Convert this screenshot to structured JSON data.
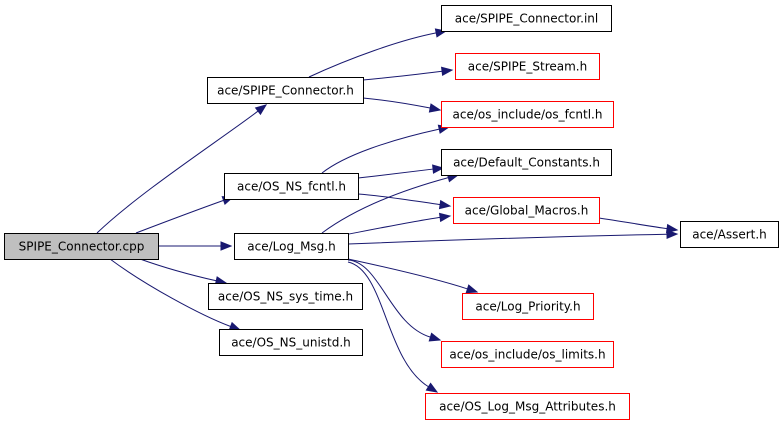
{
  "diagram": {
    "colors": {
      "edge": "#191970",
      "root_fill": "#bfbfbf",
      "node_fill": "#ffffff",
      "border_documented": "#000000",
      "border_undocumented": "#ff0000"
    },
    "nodes": [
      {
        "id": "spipe_connector_cpp",
        "label": "SPIPE_Connector.cpp",
        "kind": "root"
      },
      {
        "id": "spipe_connector_h",
        "label": "ace/SPIPE_Connector.h",
        "kind": "documented"
      },
      {
        "id": "spipe_connector_inl",
        "label": "ace/SPIPE_Connector.inl",
        "kind": "documented"
      },
      {
        "id": "spipe_stream_h",
        "label": "ace/SPIPE_Stream.h",
        "kind": "undocumented"
      },
      {
        "id": "os_fcntl_h",
        "label": "ace/os_include/os_fcntl.h",
        "kind": "undocumented"
      },
      {
        "id": "os_ns_fcntl_h",
        "label": "ace/OS_NS_fcntl.h",
        "kind": "documented"
      },
      {
        "id": "default_constants_h",
        "label": "ace/Default_Constants.h",
        "kind": "documented"
      },
      {
        "id": "global_macros_h",
        "label": "ace/Global_Macros.h",
        "kind": "undocumented"
      },
      {
        "id": "assert_h",
        "label": "ace/Assert.h",
        "kind": "documented"
      },
      {
        "id": "log_msg_h",
        "label": "ace/Log_Msg.h",
        "kind": "documented"
      },
      {
        "id": "os_ns_sys_time_h",
        "label": "ace/OS_NS_sys_time.h",
        "kind": "documented"
      },
      {
        "id": "log_priority_h",
        "label": "ace/Log_Priority.h",
        "kind": "undocumented"
      },
      {
        "id": "os_ns_unistd_h",
        "label": "ace/OS_NS_unistd.h",
        "kind": "documented"
      },
      {
        "id": "os_limits_h",
        "label": "ace/os_include/os_limits.h",
        "kind": "undocumented"
      },
      {
        "id": "os_log_msg_attributes_h",
        "label": "ace/OS_Log_Msg_Attributes.h",
        "kind": "undocumented"
      }
    ],
    "edges": [
      {
        "from": "spipe_connector_cpp",
        "to": "spipe_connector_h"
      },
      {
        "from": "spipe_connector_cpp",
        "to": "os_ns_fcntl_h"
      },
      {
        "from": "spipe_connector_cpp",
        "to": "log_msg_h"
      },
      {
        "from": "spipe_connector_cpp",
        "to": "os_ns_sys_time_h"
      },
      {
        "from": "spipe_connector_cpp",
        "to": "os_ns_unistd_h"
      },
      {
        "from": "spipe_connector_h",
        "to": "spipe_connector_inl"
      },
      {
        "from": "spipe_connector_h",
        "to": "spipe_stream_h"
      },
      {
        "from": "spipe_connector_h",
        "to": "os_fcntl_h"
      },
      {
        "from": "os_ns_fcntl_h",
        "to": "os_fcntl_h"
      },
      {
        "from": "os_ns_fcntl_h",
        "to": "default_constants_h"
      },
      {
        "from": "os_ns_fcntl_h",
        "to": "global_macros_h"
      },
      {
        "from": "log_msg_h",
        "to": "default_constants_h"
      },
      {
        "from": "log_msg_h",
        "to": "global_macros_h"
      },
      {
        "from": "log_msg_h",
        "to": "assert_h"
      },
      {
        "from": "log_msg_h",
        "to": "log_priority_h"
      },
      {
        "from": "log_msg_h",
        "to": "os_limits_h"
      },
      {
        "from": "log_msg_h",
        "to": "os_log_msg_attributes_h"
      },
      {
        "from": "global_macros_h",
        "to": "assert_h"
      }
    ]
  }
}
